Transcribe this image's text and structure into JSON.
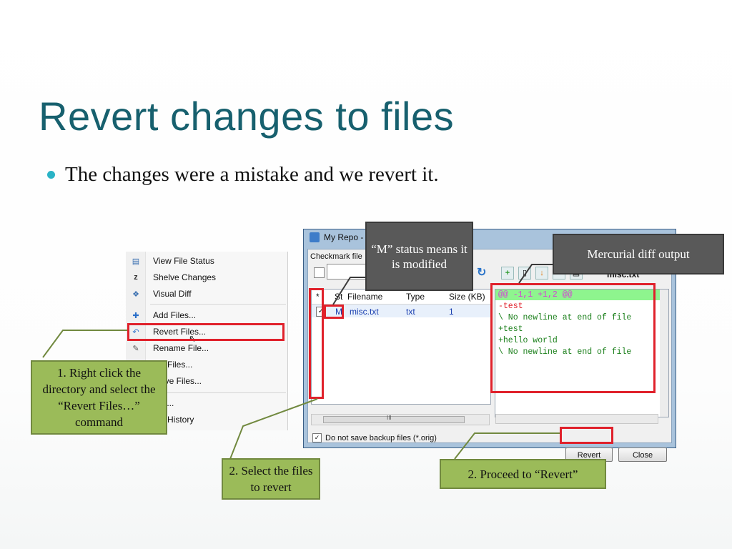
{
  "slide": {
    "title": "Revert changes to files",
    "bullet": "The changes were a mistake and we revert it."
  },
  "context_menu": {
    "items": [
      {
        "label": "View File Status",
        "icon": "file-status-icon"
      },
      {
        "label": "Shelve Changes",
        "icon": "shelve-icon"
      },
      {
        "label": "Visual Diff",
        "icon": "visual-diff-icon"
      },
      {
        "label": "Add Files...",
        "icon": "add-files-icon"
      },
      {
        "label": "Revert Files...",
        "icon": "revert-icon"
      },
      {
        "label": "Rename File...",
        "icon": "rename-icon"
      },
      {
        "label": "get Files...",
        "icon": "forget-icon"
      },
      {
        "label": "move Files...",
        "icon": "remove-icon"
      },
      {
        "label": "late...",
        "icon": "update-icon"
      },
      {
        "label": "rch History",
        "icon": "history-icon"
      }
    ]
  },
  "dialog": {
    "title": "My Repo -",
    "checkmark_label": "Checkmark file",
    "columns": [
      "*",
      "St",
      "Filename",
      "Type",
      "Size (KB)"
    ],
    "rows": [
      {
        "checked": "✓",
        "status": "M",
        "filename": "misc.txt",
        "type": "txt",
        "size": "1"
      }
    ],
    "hscroll_label": "III",
    "diff_filename": "misc.txt",
    "diff_lines": [
      {
        "text": "@@ -1,1 +1,2 @@",
        "color": "#d63fd6"
      },
      {
        "text": "-test",
        "color": "#e0212b"
      },
      {
        "text": "\\ No newline at end of file",
        "color": "#1a7f1a"
      },
      {
        "text": "+test",
        "color": "#1a7f1a"
      },
      {
        "text": "+hello world",
        "color": "#1a7f1a"
      },
      {
        "text": "\\ No newline at end of file",
        "color": "#1a7f1a"
      }
    ],
    "backup_label": "Do not save backup files (*.orig)",
    "revert_button": "Revert",
    "close_button": "Close"
  },
  "callouts": {
    "m_status": "“M” status means it is modified",
    "diff_output": "Mercurial diff output",
    "step1": "1. Right click the directory and select the “Revert Files…” command",
    "step2_select": "2. Select the files to revert",
    "step2_proceed": "2. Proceed to “Revert”"
  },
  "colors": {
    "title": "#17606e",
    "bullet": "#2ab3c6",
    "highlight": "#e0212b",
    "callout_green": "#9bbb59",
    "callout_dark": "#595959"
  }
}
